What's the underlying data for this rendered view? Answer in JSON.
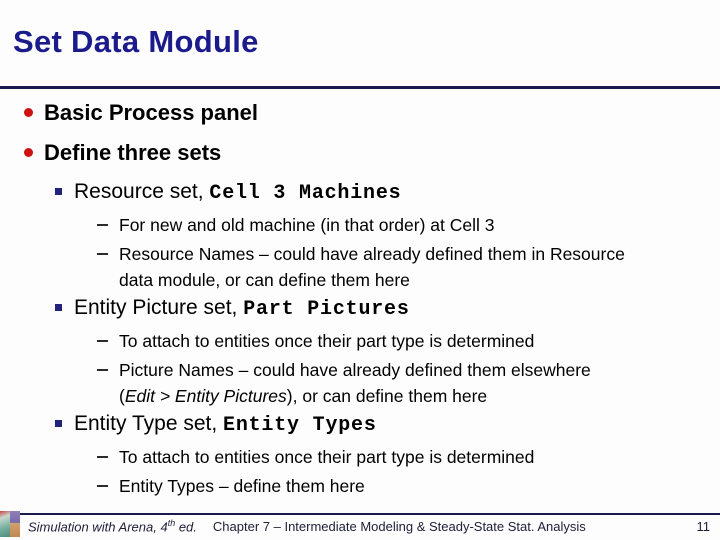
{
  "slide": {
    "title": "Set Data Module",
    "colors": {
      "title_text": "#1b1b8c",
      "divider": "#1a1a4d",
      "level1_bullet": "#cc1111",
      "level2_bullet": "#22227a",
      "body_text": "#000000",
      "background": "#fdfdfd"
    },
    "icons": {
      "level1_bullet": "red-dot-icon",
      "level2_bullet": "navy-square-icon",
      "level3_bullet": "dash-icon",
      "corner_logo": "book-cover-logo"
    }
  },
  "content": {
    "level1": [
      "Basic Process panel",
      "Define three sets"
    ],
    "sections": [
      {
        "label": "Resource set, ",
        "set_name": "Cell 3 Machines",
        "subs": [
          "For new and old machine (in that order) at Cell 3",
          "Resource Names – could have already defined them in Resource\ndata module, or can define them here"
        ]
      },
      {
        "label": "Entity Picture set, ",
        "set_name": "Part Pictures",
        "subs": [
          "To attach to entities once their part type is determined"
        ],
        "sub2_runs": {
          "pre": "Picture Names – could have already defined them elsewhere\n(",
          "italic": "Edit > Entity Pictures",
          "post": "), or can define them here"
        }
      },
      {
        "label": "Entity Type set, ",
        "set_name": "Entity Types",
        "subs": [
          "To attach to entities once their part type is determined",
          "Entity Types – define them here"
        ]
      }
    ]
  },
  "footer": {
    "book_pre": "Simulation with Arena, 4",
    "book_sup": "th",
    "book_post": " ed.",
    "chapter": "Chapter 7 – Intermediate Modeling & Steady-State Stat. Analysis",
    "page": "11"
  }
}
